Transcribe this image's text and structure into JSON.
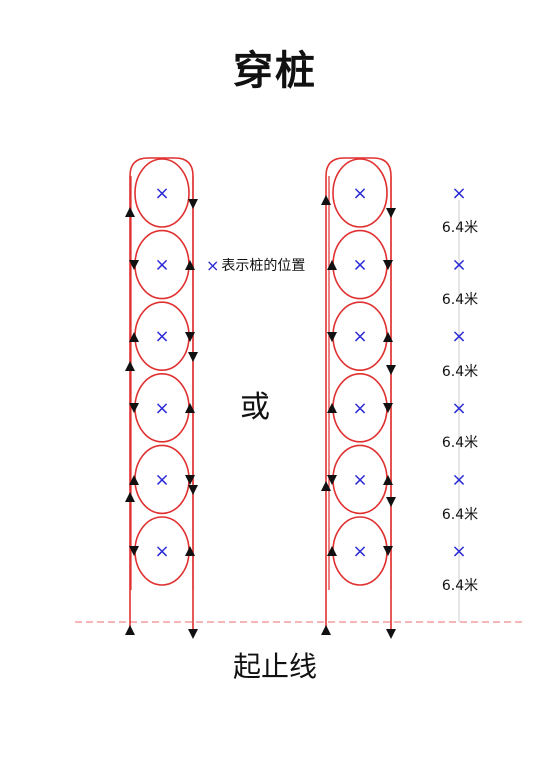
{
  "title": "穿桩",
  "or_text": "或",
  "legend": {
    "marker": "×",
    "text": "表示桩的位置"
  },
  "finish_line_label": "起止线",
  "spacing_labels": [
    "6.4米",
    "6.4米",
    "6.4米",
    "6.4米",
    "6.4米",
    "6.4米"
  ],
  "pile_marker": "×",
  "pile_count": 6,
  "colors": {
    "path": "#e03131",
    "pile": "#2a2ad6",
    "finish_line": "#ee8a8a",
    "arrow": "#111111",
    "guide": "#cccccc"
  }
}
